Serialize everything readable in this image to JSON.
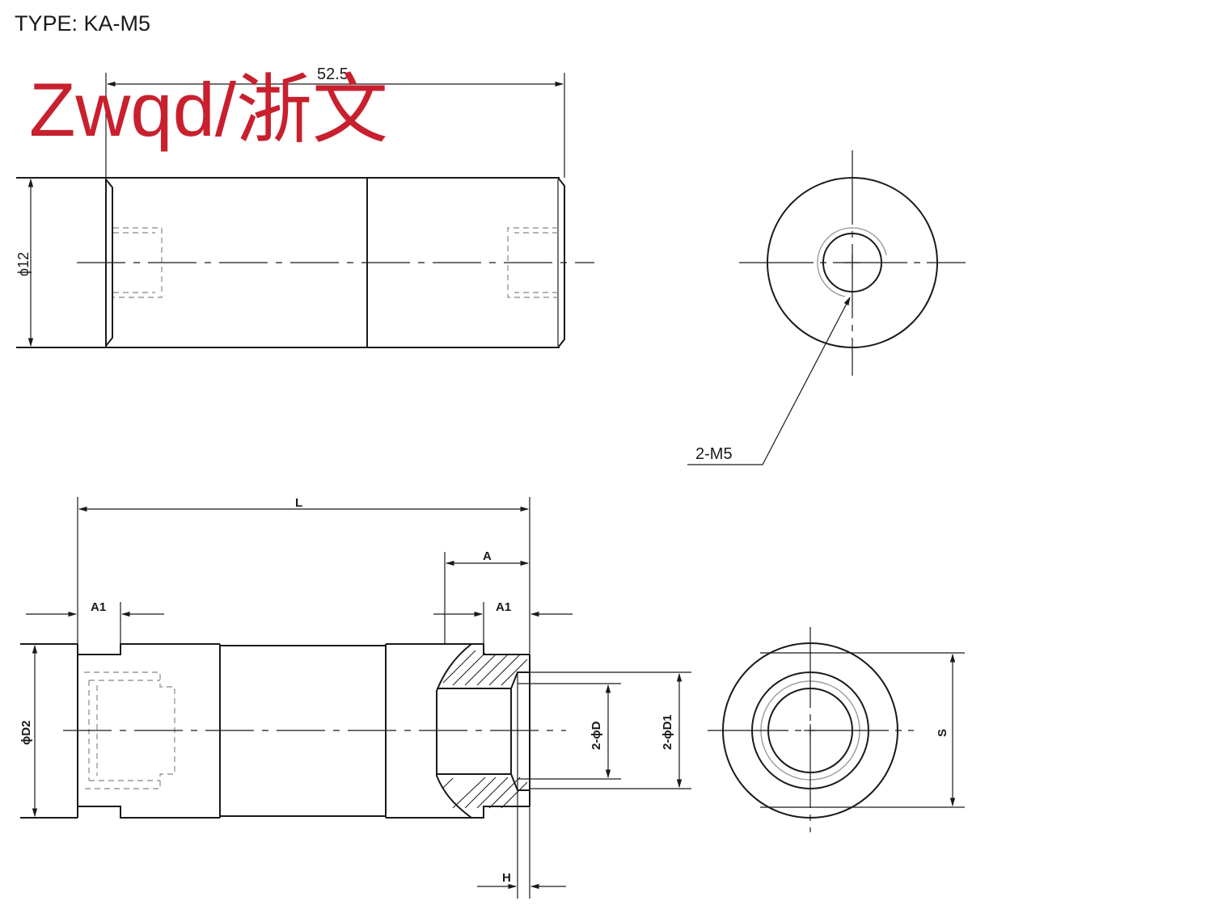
{
  "header": {
    "type_label": "TYPE: KA-M5"
  },
  "watermark": {
    "text": "Zwqd/浙文",
    "color": "#c8202e"
  },
  "top_view": {
    "length_dim": "52.5",
    "diameter_dim": "ϕ12"
  },
  "end_view_top": {
    "thread_callout": "2-M5"
  },
  "section_view": {
    "length_dim": "L",
    "a_dim": "A",
    "a1_left_dim": "A1",
    "a1_right_dim": "A1",
    "d2_dim": "ϕD2",
    "d_dim": "2-ϕD",
    "d1_dim": "2-ϕD1",
    "h_dim": "H"
  },
  "end_view_bottom": {
    "s_dim": "S"
  },
  "colors": {
    "line": "#1a1a1a",
    "hidden": "#9a9a9a",
    "watermark": "#c8202e"
  }
}
